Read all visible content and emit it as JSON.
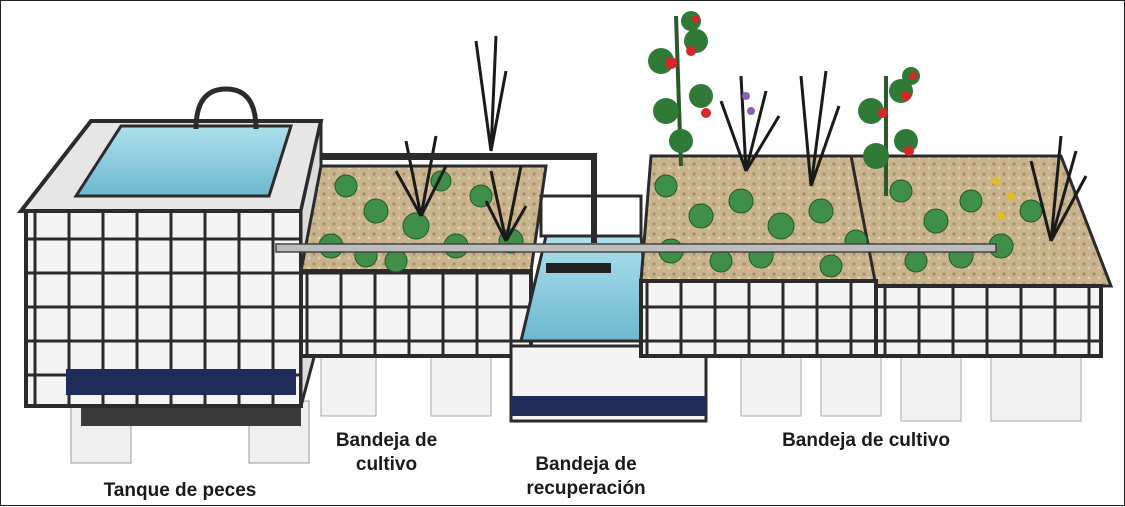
{
  "labels": {
    "fish_tank": "Tanque de peces",
    "grow_bed_left_line1": "Bandeja de",
    "grow_bed_left_line2": "cultivo",
    "recovery_tray_line1": "Bandeja de",
    "recovery_tray_line2": "recuperación",
    "grow_bed_right": "Bandeja de cultivo"
  },
  "colors": {
    "water": "#8fd0e0",
    "frame": "#2b2b2b",
    "container": "#f4f4f4",
    "gravel": "#c9b48e",
    "leaf": "#3f8f4a",
    "tomato": "#d8262a",
    "base_band": "#1f2c5a"
  }
}
